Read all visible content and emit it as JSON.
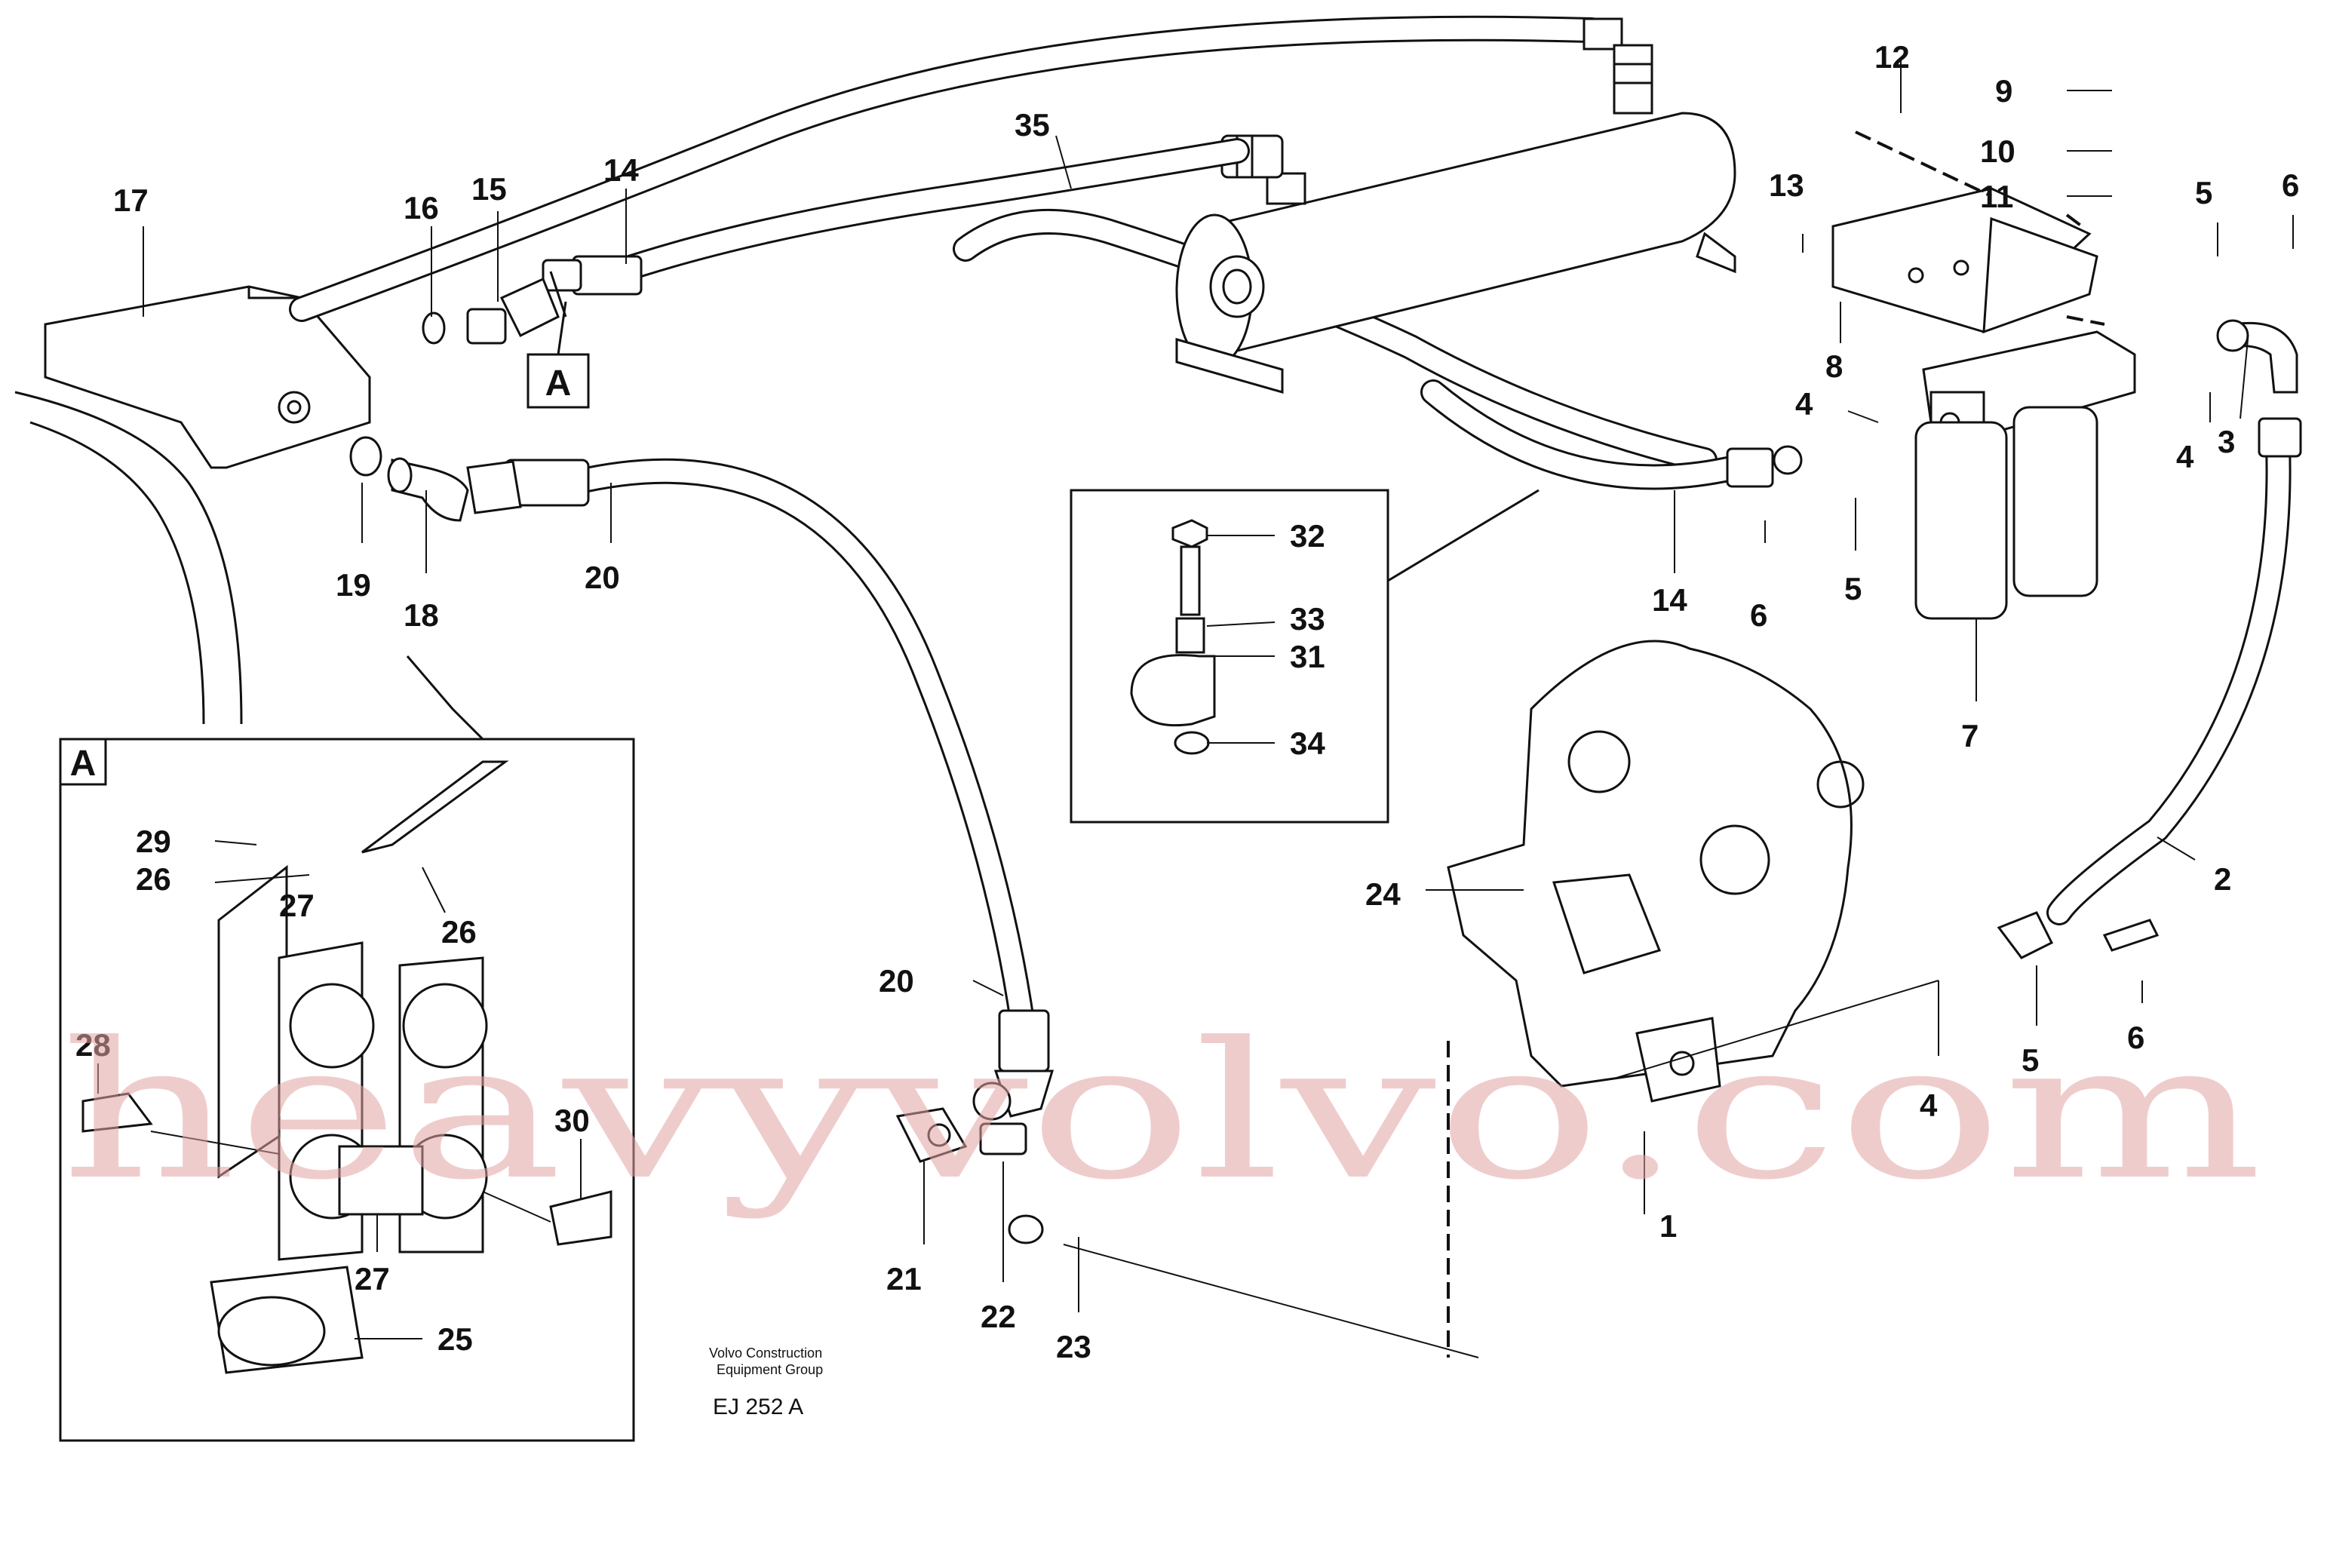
{
  "diagram": {
    "callouts": [
      {
        "id": "c1",
        "text": "1"
      },
      {
        "id": "c2",
        "text": "2"
      },
      {
        "id": "c3",
        "text": "3"
      },
      {
        "id": "c4a",
        "text": "4"
      },
      {
        "id": "c4b",
        "text": "4"
      },
      {
        "id": "c4c",
        "text": "4"
      },
      {
        "id": "c5a",
        "text": "5"
      },
      {
        "id": "c5b",
        "text": "5"
      },
      {
        "id": "c5c",
        "text": "5"
      },
      {
        "id": "c6a",
        "text": "6"
      },
      {
        "id": "c6b",
        "text": "6"
      },
      {
        "id": "c6c",
        "text": "6"
      },
      {
        "id": "c7",
        "text": "7"
      },
      {
        "id": "c8",
        "text": "8"
      },
      {
        "id": "c9",
        "text": "9"
      },
      {
        "id": "c10",
        "text": "10"
      },
      {
        "id": "c11",
        "text": "11"
      },
      {
        "id": "c12",
        "text": "12"
      },
      {
        "id": "c13",
        "text": "13"
      },
      {
        "id": "c14a",
        "text": "14"
      },
      {
        "id": "c14b",
        "text": "14"
      },
      {
        "id": "c15",
        "text": "15"
      },
      {
        "id": "c16",
        "text": "16"
      },
      {
        "id": "c17",
        "text": "17"
      },
      {
        "id": "c18",
        "text": "18"
      },
      {
        "id": "c19",
        "text": "19"
      },
      {
        "id": "c20a",
        "text": "20"
      },
      {
        "id": "c20b",
        "text": "20"
      },
      {
        "id": "c21",
        "text": "21"
      },
      {
        "id": "c22",
        "text": "22"
      },
      {
        "id": "c23",
        "text": "23"
      },
      {
        "id": "c24",
        "text": "24"
      },
      {
        "id": "c25",
        "text": "25"
      },
      {
        "id": "c26a",
        "text": "26"
      },
      {
        "id": "c26b",
        "text": "26"
      },
      {
        "id": "c27a",
        "text": "27"
      },
      {
        "id": "c27b",
        "text": "27"
      },
      {
        "id": "c28",
        "text": "28"
      },
      {
        "id": "c29",
        "text": "29"
      },
      {
        "id": "c30",
        "text": "30"
      },
      {
        "id": "c31",
        "text": "31"
      },
      {
        "id": "c32",
        "text": "32"
      },
      {
        "id": "c33",
        "text": "33"
      },
      {
        "id": "c34",
        "text": "34"
      },
      {
        "id": "c35",
        "text": "35"
      }
    ],
    "detail_marker": "A",
    "detail_box_label": "A",
    "manufacturer_line1": "Volvo Construction",
    "manufacturer_line2": "Equipment Group",
    "drawing_code": "EJ 252 A",
    "watermark": "heavyvolvo.com"
  }
}
